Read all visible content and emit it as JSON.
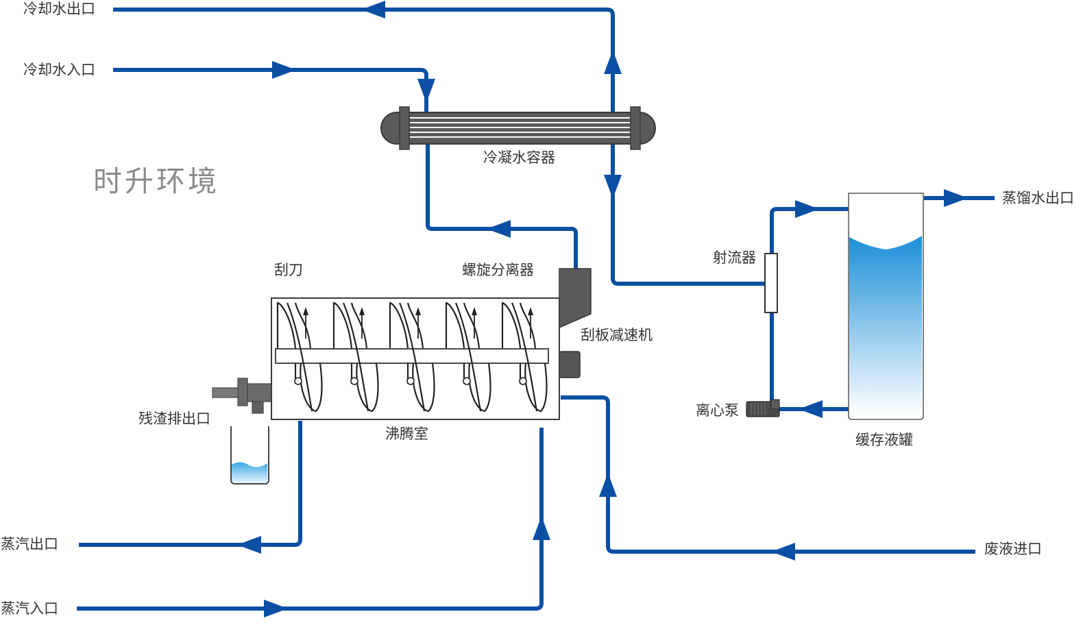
{
  "brand": "时升环境",
  "colors": {
    "pipe": "#0a4fa3",
    "equipment": "#595959",
    "water_top": "#1a8fd8",
    "water_bottom": "#ffffff"
  },
  "labels": {
    "cooling_water_outlet": "冷却水出口",
    "cooling_water_inlet": "冷却水入口",
    "condenser": "冷凝水容器",
    "scraper": "刮刀",
    "cyclone_separator": "螺旋分离器",
    "scraper_reducer": "刮板减速机",
    "residue_outlet": "残渣排出口",
    "boiling_chamber": "沸腾室",
    "steam_outlet": "蒸汽出口",
    "steam_inlet": "蒸汽入口",
    "ejector": "射流器",
    "centrifugal_pump": "离心泵",
    "buffer_tank": "缓存液罐",
    "distilled_water_outlet": "蒸馏水出口",
    "waste_liquid_inlet": "废液进口"
  }
}
